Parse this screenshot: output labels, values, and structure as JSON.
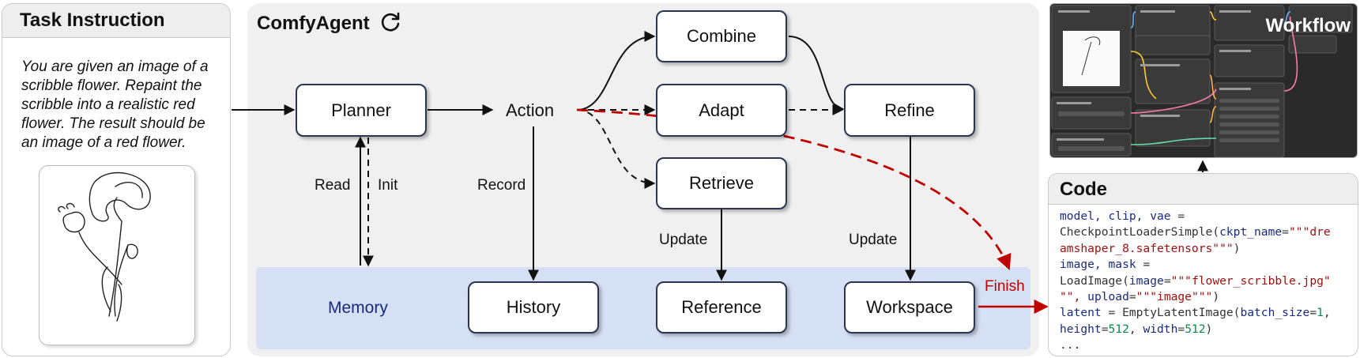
{
  "task": {
    "title": "Task Instruction",
    "instruction_lines": [
      "You are given an image of a",
      "scribble flower. Repaint the",
      "scribble into a realistic red",
      "flower. The result should be",
      "an image of a red flower."
    ]
  },
  "comfyagent": {
    "title": "ComfyAgent",
    "refresh_icon": "refresh-icon",
    "nodes": {
      "planner": "Planner",
      "combine": "Combine",
      "adapt": "Adapt",
      "retrieve": "Retrieve",
      "refine": "Refine",
      "history": "History",
      "reference": "Reference",
      "workspace": "Workspace"
    },
    "action_label": "Action",
    "memory_label": "Memory",
    "edge_labels": {
      "read": "Read",
      "init": "Init",
      "record": "Record",
      "update_reference": "Update",
      "update_workspace": "Update",
      "finish": "Finish"
    }
  },
  "workflow": {
    "title": "Workflow"
  },
  "code": {
    "title": "Code",
    "lines": [
      [
        {
          "t": "model, clip, vae",
          "c": "kw"
        },
        {
          "t": " =",
          "c": ""
        }
      ],
      [
        {
          "t": "CheckpointLoaderSimple(",
          "c": ""
        },
        {
          "t": "ckpt_name",
          "c": "kw"
        },
        {
          "t": "=",
          "c": ""
        },
        {
          "t": "\"\"\"dre",
          "c": "str"
        }
      ],
      [
        {
          "t": "amshaper_8.safetensors\"\"\"",
          "c": "str"
        },
        {
          "t": ")",
          "c": ""
        }
      ],
      [
        {
          "t": "image, mask",
          "c": "kw"
        },
        {
          "t": " =",
          "c": ""
        }
      ],
      [
        {
          "t": "LoadImage(",
          "c": ""
        },
        {
          "t": "image",
          "c": "kw"
        },
        {
          "t": "=",
          "c": ""
        },
        {
          "t": "\"\"\"flower_scribble.jpg\"",
          "c": "str"
        }
      ],
      [
        {
          "t": "\"\", ",
          "c": "str"
        },
        {
          "t": "upload",
          "c": "kw"
        },
        {
          "t": "=",
          "c": ""
        },
        {
          "t": "\"\"\"image\"\"\"",
          "c": "str"
        },
        {
          "t": ")",
          "c": ""
        }
      ],
      [
        {
          "t": "latent",
          "c": "kw"
        },
        {
          "t": " = EmptyLatentImage(",
          "c": ""
        },
        {
          "t": "batch_size",
          "c": "kw"
        },
        {
          "t": "=",
          "c": ""
        },
        {
          "t": "1",
          "c": "num"
        },
        {
          "t": ",",
          "c": ""
        }
      ],
      [
        {
          "t": "height",
          "c": "kw"
        },
        {
          "t": "=",
          "c": ""
        },
        {
          "t": "512",
          "c": "num"
        },
        {
          "t": ", ",
          "c": ""
        },
        {
          "t": "width",
          "c": "kw"
        },
        {
          "t": "=",
          "c": ""
        },
        {
          "t": "512",
          "c": "num"
        },
        {
          "t": ")",
          "c": ""
        }
      ],
      [
        {
          "t": "...",
          "c": ""
        }
      ]
    ]
  },
  "colors": {
    "finish_red": "#c00000",
    "memory_blue": "#1a2a80",
    "memory_band": "#d6e0f4",
    "node_border": "#2a3550"
  }
}
